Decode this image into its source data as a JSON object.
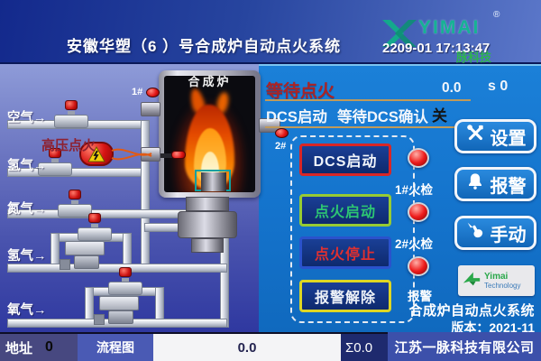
{
  "header": {
    "title": "安徽华塑（6 ）号合成炉自动点火系统",
    "datetime": "2209-01 17:13:47",
    "logo_text": "YIMAI",
    "logo_registered": "®",
    "logo_subtext": "脉科技"
  },
  "process": {
    "furnace_label": "合成炉",
    "hv_ignition_label": "高压点火",
    "gas_labels": [
      "空气→",
      "氢气→",
      "氮气→",
      "氢气→",
      "氧气→"
    ],
    "detector_tags": [
      "1#",
      "2#"
    ]
  },
  "status": {
    "mode_text": "等待点火",
    "value": "0.0",
    "seconds": "s 0",
    "dcs_start": "DCS启动",
    "dcs_wait": "等待DCS确认",
    "flag": "关"
  },
  "control_buttons": [
    {
      "label": "DCS启动",
      "border_color": "#d92626",
      "text_color": "#f2f6fb"
    },
    {
      "label": "点火启动",
      "border_color": "#97cb33",
      "text_color": "#2dc673"
    },
    {
      "label": "点火停止",
      "border_color": "#2a52cc",
      "text_color": "#e03030"
    },
    {
      "label": "报警解除",
      "border_color": "#ded623",
      "text_color": "#eef2f8"
    }
  ],
  "indicator_labels": [
    "1#火检",
    "2#火检",
    "报警"
  ],
  "nav_buttons": [
    {
      "label": "设置",
      "icon": "tools-icon"
    },
    {
      "label": "报警",
      "icon": "bell-icon"
    },
    {
      "label": "手动",
      "icon": "hand-click-icon"
    }
  ],
  "branding": {
    "logo_line1": "Yimai",
    "logo_line2": "Technology",
    "system_name": "合成炉自动点火系统",
    "version": "版本：2021-11"
  },
  "bottom_bar": {
    "address_label": "地址",
    "address_value": "0",
    "flow_button": "流程图",
    "value": "0.0",
    "total": "Σ0.0",
    "company": "江苏一脉科技有限公司"
  },
  "colors": {
    "panel_blue": "#1474cc",
    "process_top": "#8e9bd8",
    "process_bottom": "#2f38a0",
    "alarm_red": "#d92626",
    "ignite_green": "#2dc673",
    "border_yellow": "#ded623",
    "underline_tan": "#c09a5a",
    "status_red": "#ad2323",
    "indicator_red": "#ee1c1c"
  }
}
